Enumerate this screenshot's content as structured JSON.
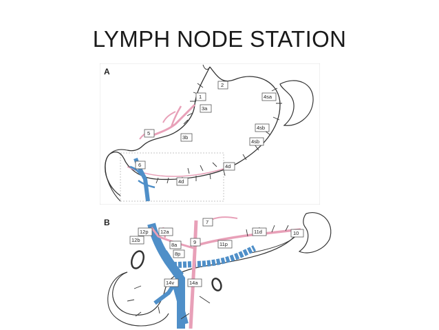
{
  "title": "LYMPH NODE STATION",
  "panel_a": {
    "letter": "A",
    "labels": {
      "n1": "1",
      "n2": "2",
      "n3a": "3a",
      "n3b": "3b",
      "n4sa": "4sa",
      "n4sb_1": "4sb",
      "n4sb_2": "4sb",
      "n4d_1": "4d",
      "n4d_2": "4d",
      "n5": "5",
      "n6": "6"
    }
  },
  "panel_b": {
    "letter": "B",
    "labels": {
      "n7": "7",
      "n8a": "8a",
      "n8p": "8p",
      "n9": "9",
      "n10": "10",
      "n11d": "11d",
      "n11p": "11p",
      "n12a": "12a",
      "n12b": "12b",
      "n12p": "12p",
      "n14a": "14a",
      "n14v": "14v"
    }
  },
  "colors": {
    "artery": "#e8a0b8",
    "vein": "#4f8fc8",
    "outline": "#333333"
  }
}
